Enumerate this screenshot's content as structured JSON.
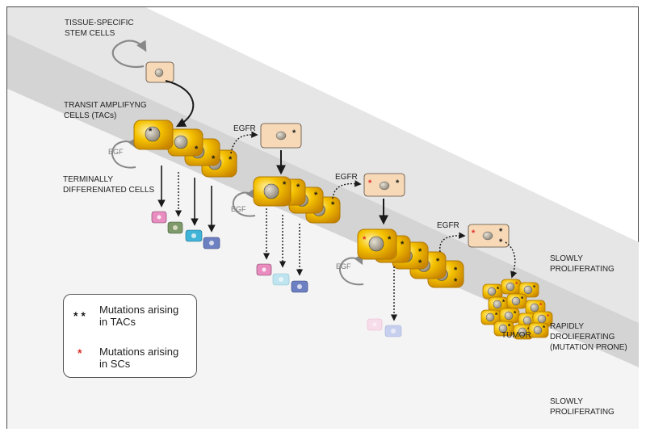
{
  "labels": {
    "stem_cells": "TISSUE-SPECIFIC\nSTEM CELLS",
    "tacs": "TRANSIT AMPLIFYNG\nCELLS (TACs)",
    "terminal": "TERMINALLY\nDIFFERENIATED CELLS",
    "egf": "EGF",
    "egfr": "EGFR",
    "tumor": "TUMOR",
    "slowly_top": "SLOWLY\nPROLIFERATING",
    "rapidly": "RAPIDLY\nDROLIFERATING\n(MUTATION PRONE)",
    "slowly_bottom": "SLOWLY\nPROLIFERATING"
  },
  "legend": {
    "items": [
      {
        "symbol": "* *",
        "text": "Mutations arising\nin TACs",
        "color": "#1a1a1a"
      },
      {
        "symbol": "*",
        "text": "Mutations arising\nin SCs",
        "color": "#e0302a"
      }
    ]
  },
  "colors": {
    "band_top": "#e3e3e3",
    "band_mid": "#cfcfcf",
    "band_bottom": "#f1f1f1",
    "stem_cell": "#f7d9b8",
    "tac_cell": "#f2b800",
    "tac_edge": "#c98a00",
    "star_black": "#1a1a1a",
    "star_red": "#e0302a",
    "diff_pink": "#e98cc0",
    "diff_green": "#7e9a6a",
    "diff_cyan": "#3fb4d8",
    "diff_blue": "#6c80c2"
  }
}
